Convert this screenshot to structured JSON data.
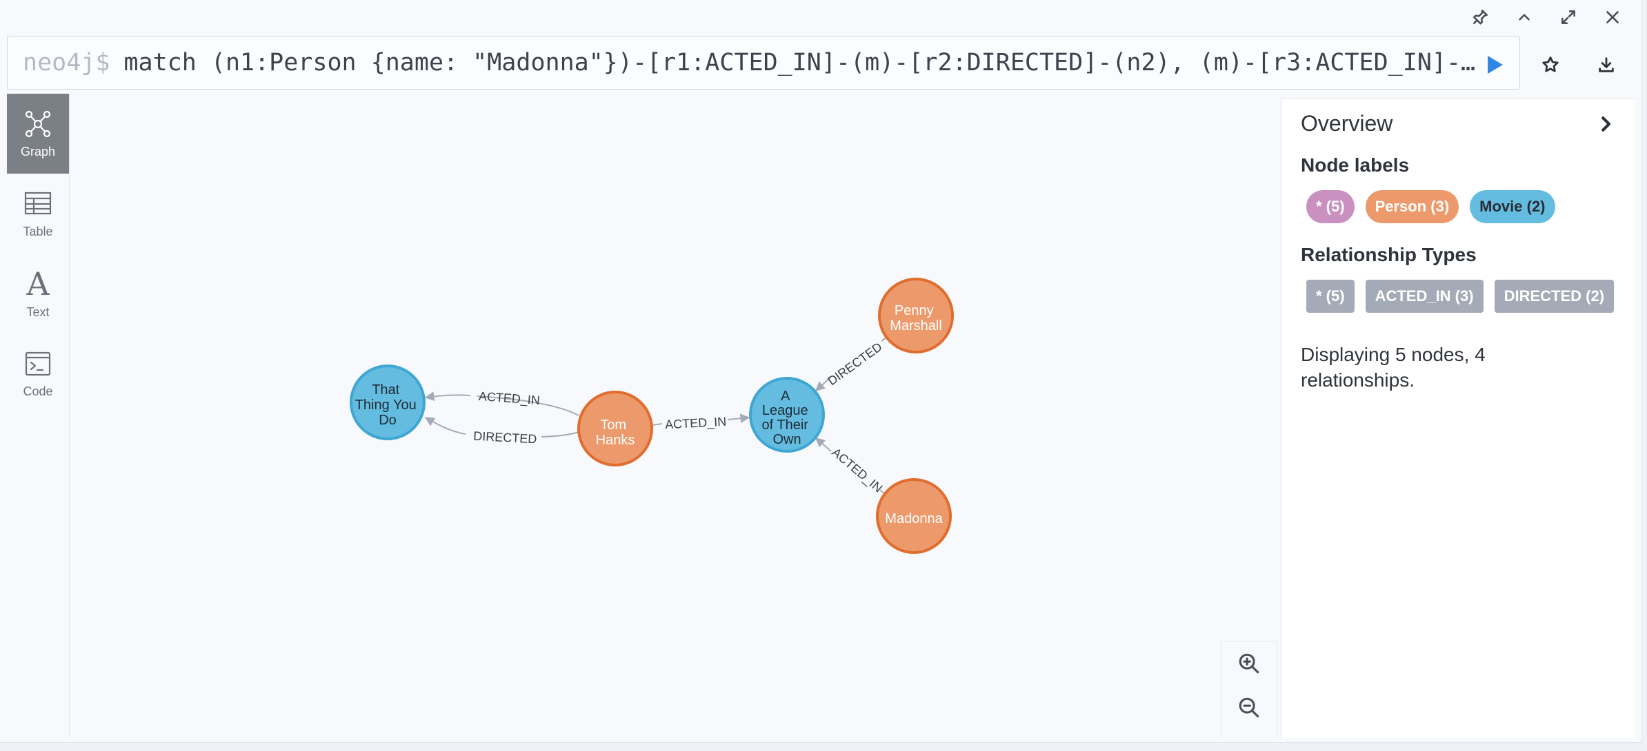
{
  "editor": {
    "prompt": "neo4j$",
    "query": "match (n1:Person {name: \"Madonna\"})-[r1:ACTED_IN]-(m)-[r2:DIRECTED]-(n2), (m)-[r3:ACTED_IN]-(n..."
  },
  "nav": {
    "graph": "Graph",
    "table": "Table",
    "text": "Text",
    "text_glyph": "A",
    "code": "Code"
  },
  "graph": {
    "nodes": {
      "that_thing": [
        "That",
        "Thing You",
        "Do"
      ],
      "tom": [
        "Tom",
        "Hanks"
      ],
      "league": [
        "A",
        "League",
        "of Their",
        "Own"
      ],
      "penny": [
        "Penny",
        "Marshall"
      ],
      "madonna": [
        "Madonna"
      ]
    },
    "edges": {
      "tom_thing_acted": "ACTED_IN",
      "tom_thing_directed": "DIRECTED",
      "tom_league_acted": "ACTED_IN",
      "penny_league_directed": "DIRECTED",
      "madonna_league_acted": "ACTED_IN"
    },
    "colors": {
      "person": "#ec9a6b",
      "person_border": "#e06d2e",
      "movie": "#64bde0",
      "movie_border": "#3fa6d2",
      "edge": "#a5abb6"
    }
  },
  "overview": {
    "title": "Overview",
    "node_labels_heading": "Node labels",
    "node_labels": [
      {
        "label": "* (5)",
        "color": "#c990c0",
        "text_color": "#ffffff"
      },
      {
        "label": "Person (3)",
        "color": "#ec9a6b",
        "text_color": "#ffffff"
      },
      {
        "label": "Movie (2)",
        "color": "#64bde0",
        "text_color": "#2a2c34"
      }
    ],
    "rel_types_heading": "Relationship Types",
    "rel_types": [
      "* (5)",
      "ACTED_IN (3)",
      "DIRECTED (2)"
    ],
    "summary": "Displaying 5 nodes, 4 relationships."
  }
}
